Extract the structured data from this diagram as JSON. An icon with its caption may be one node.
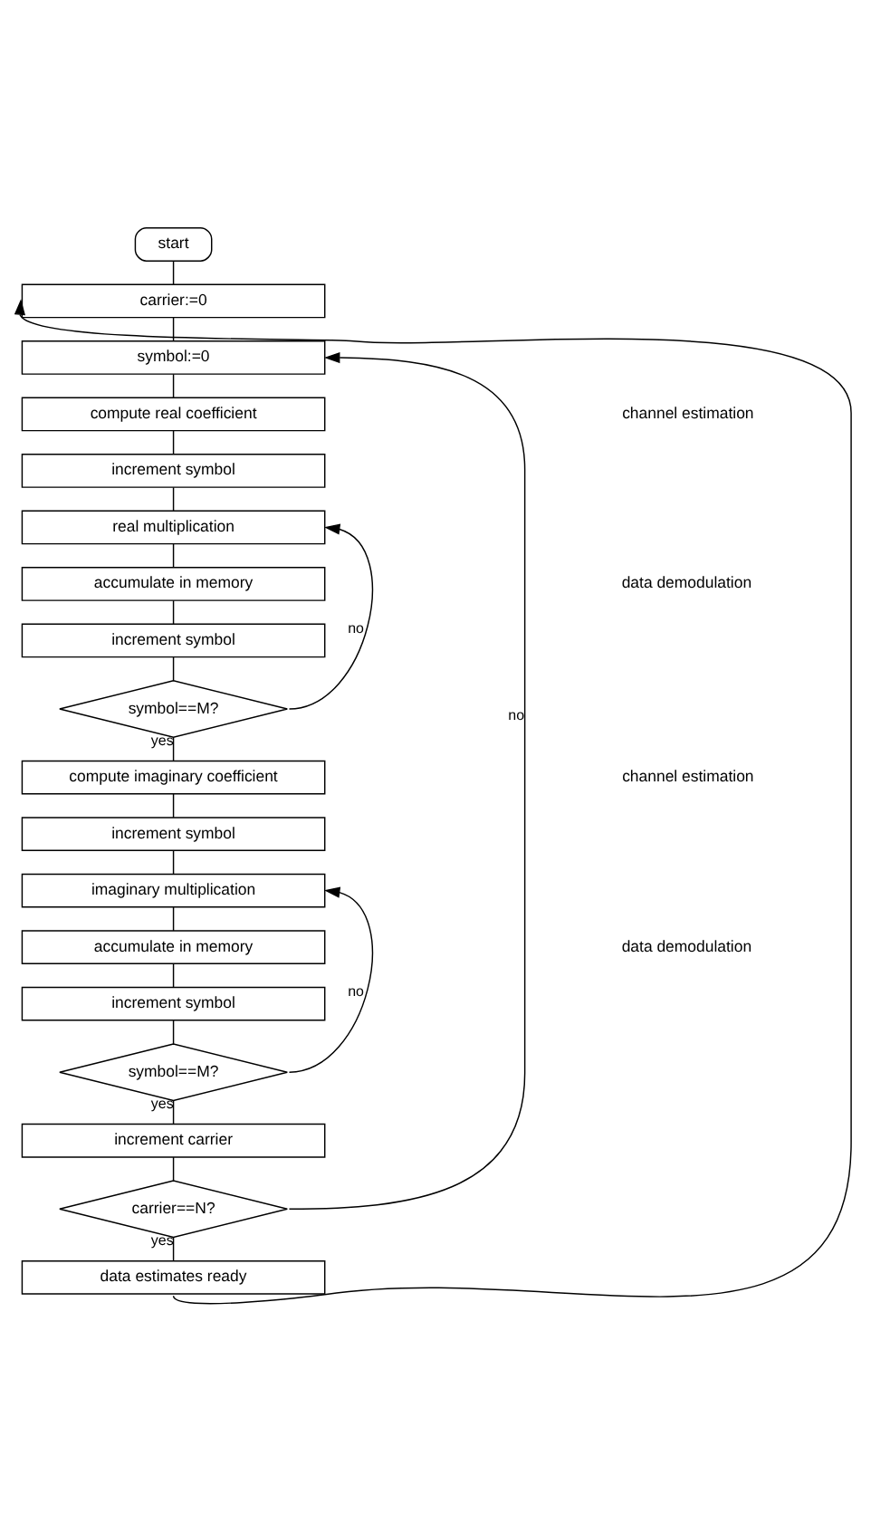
{
  "diagram": {
    "nodes": [
      {
        "text": [
          "start"
        ]
      },
      {
        "text": [
          "carrier:=0"
        ]
      },
      {
        "text": [
          "symbol:=0"
        ]
      },
      {
        "text": [
          "compute real coefficient"
        ]
      },
      {
        "text": [
          "increment symbol"
        ]
      },
      {
        "text": [
          "real multiplication"
        ]
      },
      {
        "text": [
          "accumulate in memory"
        ]
      },
      {
        "text": [
          "increment symbol"
        ]
      },
      {
        "text": [
          "symbol==M?"
        ]
      },
      {
        "text": [
          "compute imaginary coefficient"
        ]
      },
      {
        "text": [
          "increment symbol"
        ]
      },
      {
        "text": [
          "imaginary multiplication"
        ]
      },
      {
        "text": [
          "accumulate in memory"
        ]
      },
      {
        "text": [
          "increment symbol"
        ]
      },
      {
        "text": [
          "symbol==M?"
        ]
      },
      {
        "text": [
          "increment carrier"
        ]
      },
      {
        "text": [
          "carrier==N?"
        ]
      },
      {
        "text": [
          "data estimates ready"
        ]
      }
    ],
    "edges": [
      {
        "from": 0,
        "to": 1,
        "arrow": "none"
      },
      {
        "from": 1,
        "to": 2,
        "arrow": "none"
      },
      {
        "from": 2,
        "to": 3,
        "arrow": "none"
      },
      {
        "from": 3,
        "to": 4,
        "arrow": "none"
      },
      {
        "from": 4,
        "to": 5,
        "arrow": "none"
      },
      {
        "from": 5,
        "to": 6,
        "arrow": "none"
      },
      {
        "from": 6,
        "to": 7,
        "arrow": "none"
      },
      {
        "from": 7,
        "to": 8,
        "arrow": "none"
      },
      {
        "from": 8,
        "to": 5,
        "arrow": "to",
        "label": "no"
      },
      {
        "from": 8,
        "to": 9,
        "arrow": "none",
        "label": "yes"
      },
      {
        "from": 9,
        "to": 10,
        "arrow": "none"
      },
      {
        "from": 10,
        "to": 11,
        "arrow": "none"
      },
      {
        "from": 11,
        "to": 12,
        "arrow": "none"
      },
      {
        "from": 12,
        "to": 13,
        "arrow": "none"
      },
      {
        "from": 13,
        "to": 14,
        "arrow": "none"
      },
      {
        "from": 14,
        "to": 11,
        "arrow": "to",
        "label": "no"
      },
      {
        "from": 14,
        "to": 15,
        "arrow": "none",
        "label": "yes"
      },
      {
        "from": 15,
        "to": 16,
        "arrow": "none"
      },
      {
        "from": 16,
        "to": 2,
        "arrow": "to",
        "label": "no"
      },
      {
        "from": 16,
        "to": 17,
        "arrow": "none",
        "label": "yes"
      },
      {
        "from": 17,
        "to": 1,
        "arrow": "to"
      }
    ],
    "labels": [
      "channel estimation",
      "data demodulation",
      "channel estimation",
      "data demodulation"
    ]
  }
}
